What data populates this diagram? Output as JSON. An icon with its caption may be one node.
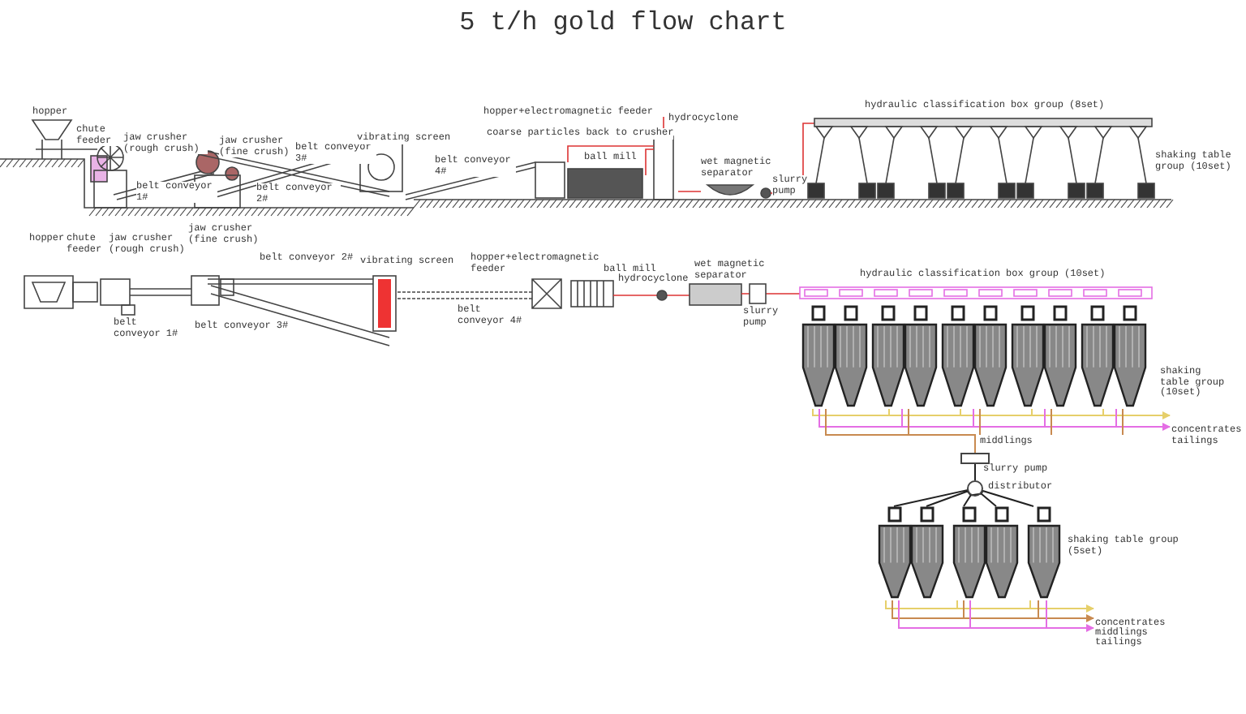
{
  "diagram": {
    "title": "5 t/h gold flow chart",
    "nodes": [
      {
        "text": [
          "concentrates"
        ]
      },
      {
        "text": [
          "tailings"
        ]
      },
      {
        "text": [],
        "shape": "box"
      },
      {
        "text": [],
        "shape": "circle",
        "beside": [
          "distributor"
        ]
      },
      {
        "text": [
          "concentrates"
        ]
      },
      {
        "text": [
          "middlings"
        ]
      },
      {
        "text": [
          "tailings"
        ]
      },
      {
        "text": [],
        "shape": "picture",
        "beside": [
          "shaking table group (10set)"
        ]
      },
      {
        "text": [],
        "shape": "picture",
        "beside": [
          "shaking table group (5set)"
        ]
      }
    ],
    "edges": [
      {
        "from": 7,
        "to": 0,
        "arrow": "to",
        "color": "#e6cf6a"
      },
      {
        "from": 7,
        "to": 1,
        "arrow": "to",
        "color": "#e46ee4"
      },
      {
        "from": 7,
        "to": 2,
        "arrow": "none",
        "label": "middlings",
        "color": "#c88a50"
      },
      {
        "from": 2,
        "to": 3,
        "arrow": "none",
        "color": "#222222"
      },
      {
        "from": 3,
        "to": 8,
        "arrow": "none",
        "color": "#222222"
      },
      {
        "from": 8,
        "to": 4,
        "arrow": "to",
        "color": "#e6cf6a"
      },
      {
        "from": 8,
        "to": 5,
        "arrow": "to",
        "color": "#c88a50"
      },
      {
        "from": 8,
        "to": 6,
        "arrow": "to",
        "color": "#e46ee4"
      }
    ],
    "labels": [
      "hopper",
      "chute feeder",
      "jaw crusher (rough crush)",
      "belt conveyor 1#",
      "jaw crusher (fine crush)",
      "belt conveyor 2#",
      "belt conveyor 3#",
      "vibrating screen",
      "belt conveyor 4#",
      "hopper+electromagnetic feeder",
      "hydrocyclone",
      "coarse particles back to crusher",
      "ball mill",
      "wet magnetic separator",
      "slurry pump",
      "hydraulic classification box group (8set)",
      "shaking table group (10set)",
      "hopper",
      "chute feeder",
      "jaw crusher (rough crush)",
      "jaw crusher (fine crush)",
      "belt conveyor 1#",
      "belt conveyor 2#",
      "belt conveyor 3#",
      "vibrating screen",
      "belt conveyor 4#",
      "hopper+electromagnetic feeder",
      "ball mill",
      "hydrocyclone",
      "wet magnetic separator",
      "slurry pump",
      "hydraulic classification box group (10set)",
      "slurry pump"
    ]
  }
}
